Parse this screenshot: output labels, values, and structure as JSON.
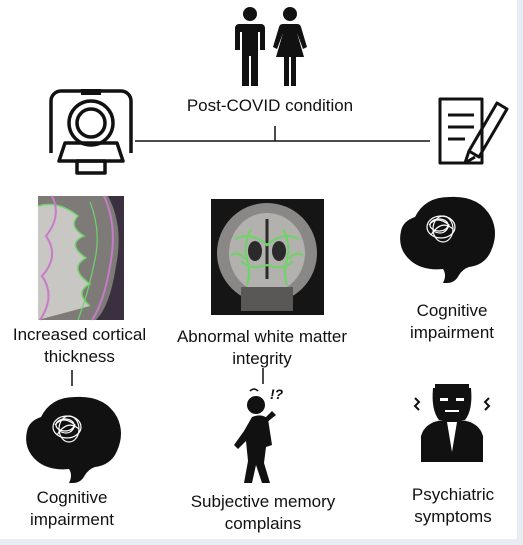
{
  "top": {
    "label": "Post-COVID condition"
  },
  "findings": {
    "cortical": "Increased cortical thickness",
    "white_matter": "Abnormal white matter integrity",
    "cognitive_right": "Cognitive impairment"
  },
  "outcomes": {
    "cognitive": "Cognitive impairment",
    "memory": "Subjective memory complains",
    "psychiatric": "Psychiatric symptoms"
  },
  "annotations": {
    "confused_mark": "!?"
  },
  "colors": {
    "ink": "#111111",
    "brain_mesh": "#ffffff",
    "tract_green": "#6fd36a",
    "cortex_magenta": "#c77bc9"
  },
  "icons": [
    "people-icon",
    "mri-scanner-icon",
    "questionnaire-icon",
    "brain-icon",
    "confused-person-icon",
    "stressed-person-icon"
  ]
}
